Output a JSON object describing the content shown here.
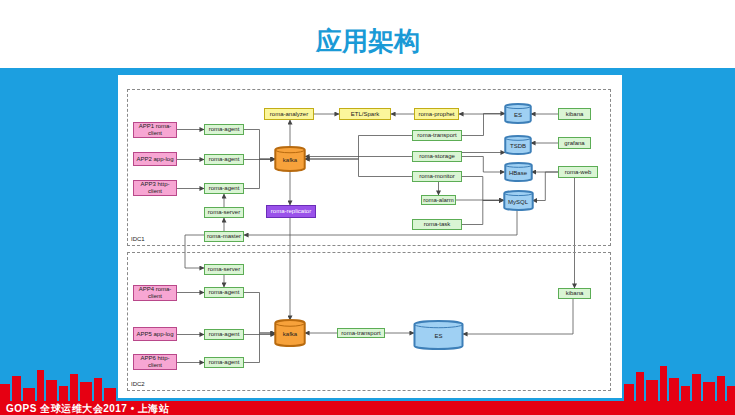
{
  "diagram": {
    "title": "应用架构",
    "nodes": [
      {
        "text": [
          "IDC1"
        ]
      },
      {
        "text": [
          "APP1 roma-client"
        ],
        "in": 0
      },
      {
        "text": [
          "roma-agent"
        ],
        "in": 0
      },
      {
        "text": [
          "APP2 app-log"
        ],
        "in": 0
      },
      {
        "text": [
          "roma-agent"
        ],
        "in": 0
      },
      {
        "text": [
          "APP3 http-client"
        ],
        "in": 0
      },
      {
        "text": [
          "roma-agent"
        ],
        "in": 0
      },
      {
        "text": [
          "roma-server"
        ],
        "in": 0
      },
      {
        "text": [
          "roma-master"
        ],
        "in": 0
      },
      {
        "text": [
          "kafka"
        ],
        "in": 0
      },
      {
        "text": [
          "roma-replicator"
        ],
        "in": 0
      },
      {
        "text": [
          "roma-analyzer"
        ],
        "in": 0
      },
      {
        "text": [
          "ETL/Spark"
        ],
        "in": 0
      },
      {
        "text": [
          "roma-prophet"
        ],
        "in": 0
      },
      {
        "text": [
          "roma-transport"
        ],
        "in": 0
      },
      {
        "text": [
          "roma-storage"
        ],
        "in": 0
      },
      {
        "text": [
          "roma-monitor"
        ],
        "in": 0
      },
      {
        "text": [
          "roma-alarm"
        ],
        "in": 0
      },
      {
        "text": [
          "roma-task"
        ],
        "in": 0
      },
      {
        "text": [
          "ES"
        ],
        "in": 0
      },
      {
        "text": [
          "TSDB"
        ],
        "in": 0
      },
      {
        "text": [
          "HBase"
        ],
        "in": 0
      },
      {
        "text": [
          "MySQL"
        ],
        "in": 0
      },
      {
        "text": [
          "kibana"
        ],
        "in": 0
      },
      {
        "text": [
          "grafana"
        ],
        "in": 0
      },
      {
        "text": [
          "roma-web"
        ],
        "in": 0
      },
      {
        "text": [
          "IDC2"
        ]
      },
      {
        "text": [
          "roma-server"
        ],
        "in": 26
      },
      {
        "text": [
          "APP4 roma-client"
        ],
        "in": 26
      },
      {
        "text": [
          "roma-agent"
        ],
        "in": 26
      },
      {
        "text": [
          "APP5 app-log"
        ],
        "in": 26
      },
      {
        "text": [
          "roma-agent"
        ],
        "in": 26
      },
      {
        "text": [
          "APP6 http-client"
        ],
        "in": 26
      },
      {
        "text": [
          "roma-agent"
        ],
        "in": 26
      },
      {
        "text": [
          "kafka"
        ],
        "in": 26
      },
      {
        "text": [
          "roma-transport"
        ],
        "in": 26
      },
      {
        "text": [
          "ES"
        ],
        "in": 26
      },
      {
        "text": [
          "kibana"
        ],
        "in": 26
      }
    ],
    "edges": [
      {
        "from": 1,
        "to": 2,
        "arrow": "to"
      },
      {
        "from": 2,
        "to": 9,
        "arrow": "to"
      },
      {
        "from": 3,
        "to": 4,
        "arrow": "to"
      },
      {
        "from": 4,
        "to": 9,
        "arrow": "to"
      },
      {
        "from": 5,
        "to": 6,
        "arrow": "to"
      },
      {
        "from": 6,
        "to": 9,
        "arrow": "to"
      },
      {
        "from": 7,
        "to": 6,
        "arrow": "to"
      },
      {
        "from": 8,
        "to": 7,
        "arrow": "to"
      },
      {
        "from": 8,
        "to": 27,
        "arrow": "to"
      },
      {
        "from": 9,
        "to": 10,
        "arrow": "to"
      },
      {
        "from": 10,
        "to": 34,
        "arrow": "to"
      },
      {
        "from": 9,
        "to": 11,
        "arrow": "to"
      },
      {
        "from": 11,
        "to": 12,
        "arrow": "to"
      },
      {
        "from": 13,
        "to": 12,
        "arrow": "to"
      },
      {
        "from": 19,
        "to": 13,
        "arrow": "to"
      },
      {
        "from": 14,
        "to": 9,
        "arrow": "to"
      },
      {
        "from": 15,
        "to": 9,
        "arrow": "to"
      },
      {
        "from": 16,
        "to": 9,
        "arrow": "to"
      },
      {
        "from": 14,
        "to": 19,
        "arrow": "to"
      },
      {
        "from": 15,
        "to": 20,
        "arrow": "to"
      },
      {
        "from": 15,
        "to": 21,
        "arrow": "to"
      },
      {
        "from": 16,
        "to": 22,
        "arrow": "to"
      },
      {
        "from": 16,
        "to": 17,
        "arrow": "to"
      },
      {
        "from": 17,
        "to": 22,
        "arrow": "to"
      },
      {
        "from": 18,
        "to": 22,
        "arrow": "to"
      },
      {
        "from": 22,
        "to": 8,
        "arrow": "to"
      },
      {
        "from": 23,
        "to": 19,
        "arrow": "to"
      },
      {
        "from": 24,
        "to": 20,
        "arrow": "to"
      },
      {
        "from": 25,
        "to": 21,
        "arrow": "to"
      },
      {
        "from": 25,
        "to": 22,
        "arrow": "to"
      },
      {
        "from": 25,
        "to": 37,
        "arrow": "to"
      },
      {
        "from": 28,
        "to": 29,
        "arrow": "to"
      },
      {
        "from": 29,
        "to": 34,
        "arrow": "to"
      },
      {
        "from": 30,
        "to": 31,
        "arrow": "to"
      },
      {
        "from": 31,
        "to": 34,
        "arrow": "to"
      },
      {
        "from": 32,
        "to": 33,
        "arrow": "to"
      },
      {
        "from": 33,
        "to": 34,
        "arrow": "to"
      },
      {
        "from": 27,
        "to": 29,
        "arrow": "to"
      },
      {
        "from": 35,
        "to": 34,
        "arrow": "to"
      },
      {
        "from": 35,
        "to": 36,
        "arrow": "to"
      },
      {
        "from": 37,
        "to": 36,
        "arrow": "to"
      }
    ],
    "labels": [
      "GOPS 全球运维大会2017 • 上海站"
    ]
  }
}
